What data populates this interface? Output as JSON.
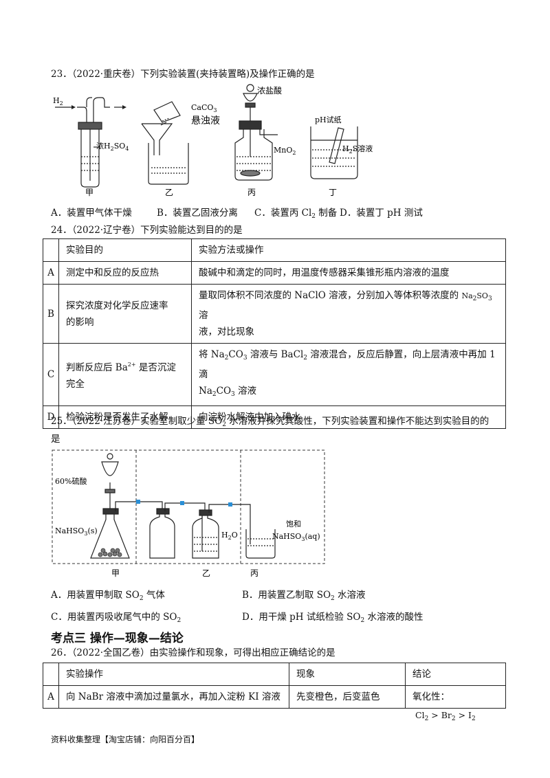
{
  "q23": {
    "stem": "23．（2022·重庆卷）下列实验装置(夹持装置略)及操作正确的是",
    "fig": {
      "h2": "H",
      "h2_sub": "2",
      "acid_pre": "浓H",
      "acid_sub": "2",
      "acid_post": "SO",
      "acid_sub2": "4",
      "caco3_pre": "CaCO",
      "caco3_sub": "3",
      "suspension": "悬浊液",
      "hcl": "浓盐酸",
      "mno2_pre": "MnO",
      "mno2_sub": "2",
      "ph_paper": "pH试纸",
      "h2s_pre": "H",
      "h2s_sub": "2",
      "h2s_post": "S溶液",
      "jia": "甲",
      "yi": "乙",
      "bing": "丙",
      "ding": "丁"
    },
    "options": {
      "a": "A．装置甲气体干燥",
      "b": "B．装置乙固液分离",
      "c_pre": "C．装置丙 Cl",
      "c_sub": "2",
      "c_post": " 制备",
      "d": "D．装置丁 pH 测试"
    }
  },
  "q24": {
    "stem": "24．（2022·辽宁卷）下列实验能达到目的的是",
    "header": {
      "goal": "实验目的",
      "method": "实验方法或操作"
    },
    "rows": {
      "a": {
        "letter": "A",
        "goal": "测定中和反应的反应热",
        "method": "酸碱中和滴定的同时，用温度传感器采集锥形瓶内溶液的温度"
      },
      "b": {
        "letter": "B",
        "goal_l1": "探究浓度对化学反应速率",
        "goal_l2": "的影响",
        "m_pre": "量取同体积不同浓度的 NaClO 溶液，分别加入等体积等浓度的 ",
        "m_chem1": "Na",
        "m_sub1": "2",
        "m_chem2": "SO",
        "m_sub2": "3",
        "m_post": " 溶",
        "m_l2": "液，对比现象"
      },
      "c": {
        "letter": "C",
        "goal_pre": "判断反应后 Ba",
        "goal_sup": "2+",
        "goal_post": " 是否沉淀",
        "goal_l2": "完全",
        "m_pre": "将 ",
        "m_na": "Na",
        "m_na_sub": "2",
        "m_co": "CO",
        "m_co_sub": "3",
        "m_mid": " 溶液与 ",
        "m_ba": "BaCl",
        "m_ba_sub": "2",
        "m_post": " 溶液混合，反应后静置，向上层清液中再加 1 滴",
        "m2_na": "Na",
        "m2_na_sub": "2",
        "m2_co": "CO",
        "m2_co_sub": "3",
        "m2_post": " 溶液"
      },
      "d": {
        "letter": "D",
        "goal": "检验淀粉是否发生了水解",
        "method": "向淀粉水解液中加入碘水"
      }
    }
  },
  "q25": {
    "stem_pre": "25．（2022·江苏卷）实验室制取少量 SO",
    "stem_sub": "2",
    "stem_post": " 水溶液并探究其酸性，下列实验装置和操作不能达到实验目的的",
    "stem_l2": "是",
    "fig": {
      "acid": "60%硫酸",
      "nahso3_pre": "NaHSO",
      "nahso3_sub": "3",
      "nahso3_post": "(s)",
      "water_pre": "H",
      "water_sub": "2",
      "water_post": "O",
      "sat": "饱和",
      "aq_pre": "NaHSO",
      "aq_sub": "3",
      "aq_post": "(aq)",
      "jia": "甲",
      "yi": "乙",
      "bing": "丙"
    },
    "options": {
      "a_pre": "A．用装置甲制取 SO",
      "a_sub": "2",
      "a_post": " 气体",
      "b_pre": "B．用装置乙制取 SO",
      "b_sub": "2",
      "b_post": " 水溶液",
      "c_pre": "C．用装置丙吸收尾气中的 SO",
      "c_sub": "2",
      "d_pre": "D．用干燥 pH 试纸检验 SO",
      "d_sub": "2",
      "d_post": " 水溶液的酸性"
    }
  },
  "section_heading": "考点三 操作—现象—结论",
  "q26": {
    "stem": "26．（2022·全国乙卷）由实验操作和现象，可得出相应正确结论的是",
    "header": {
      "op": "实验操作",
      "phen": "现象",
      "concl": "结论"
    },
    "row_a": {
      "letter": "A",
      "op": "向 NaBr 溶液中滴加过量氯水，再加入淀粉 KI 溶液",
      "phen": "先变橙色，后变蓝色",
      "concl": "氧化性：",
      "ox_cl": "Cl",
      "ox_cl_sub": "2",
      "gt1": " > Br",
      "ox_br_sub": "2",
      "gt2": " > I",
      "ox_i_sub": "2"
    }
  },
  "footer": "资料收集整理【淘宝店铺：向阳百分百】"
}
